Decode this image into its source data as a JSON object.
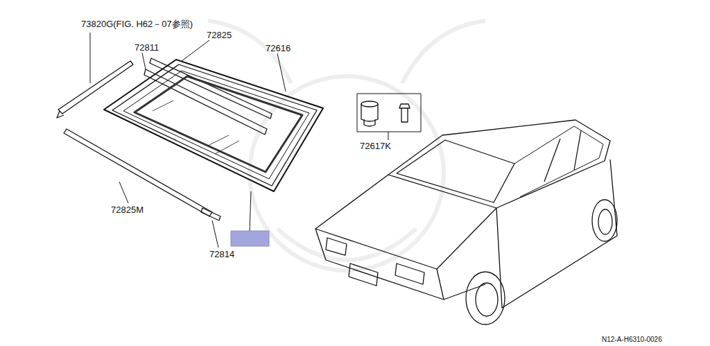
{
  "diagram": {
    "labels": [
      "73820G(FIG. H62－07参照)",
      "72825",
      "72811",
      "72616",
      "72617K",
      "72825M",
      "72814",
      "N12-A-H6310-0026"
    ]
  }
}
